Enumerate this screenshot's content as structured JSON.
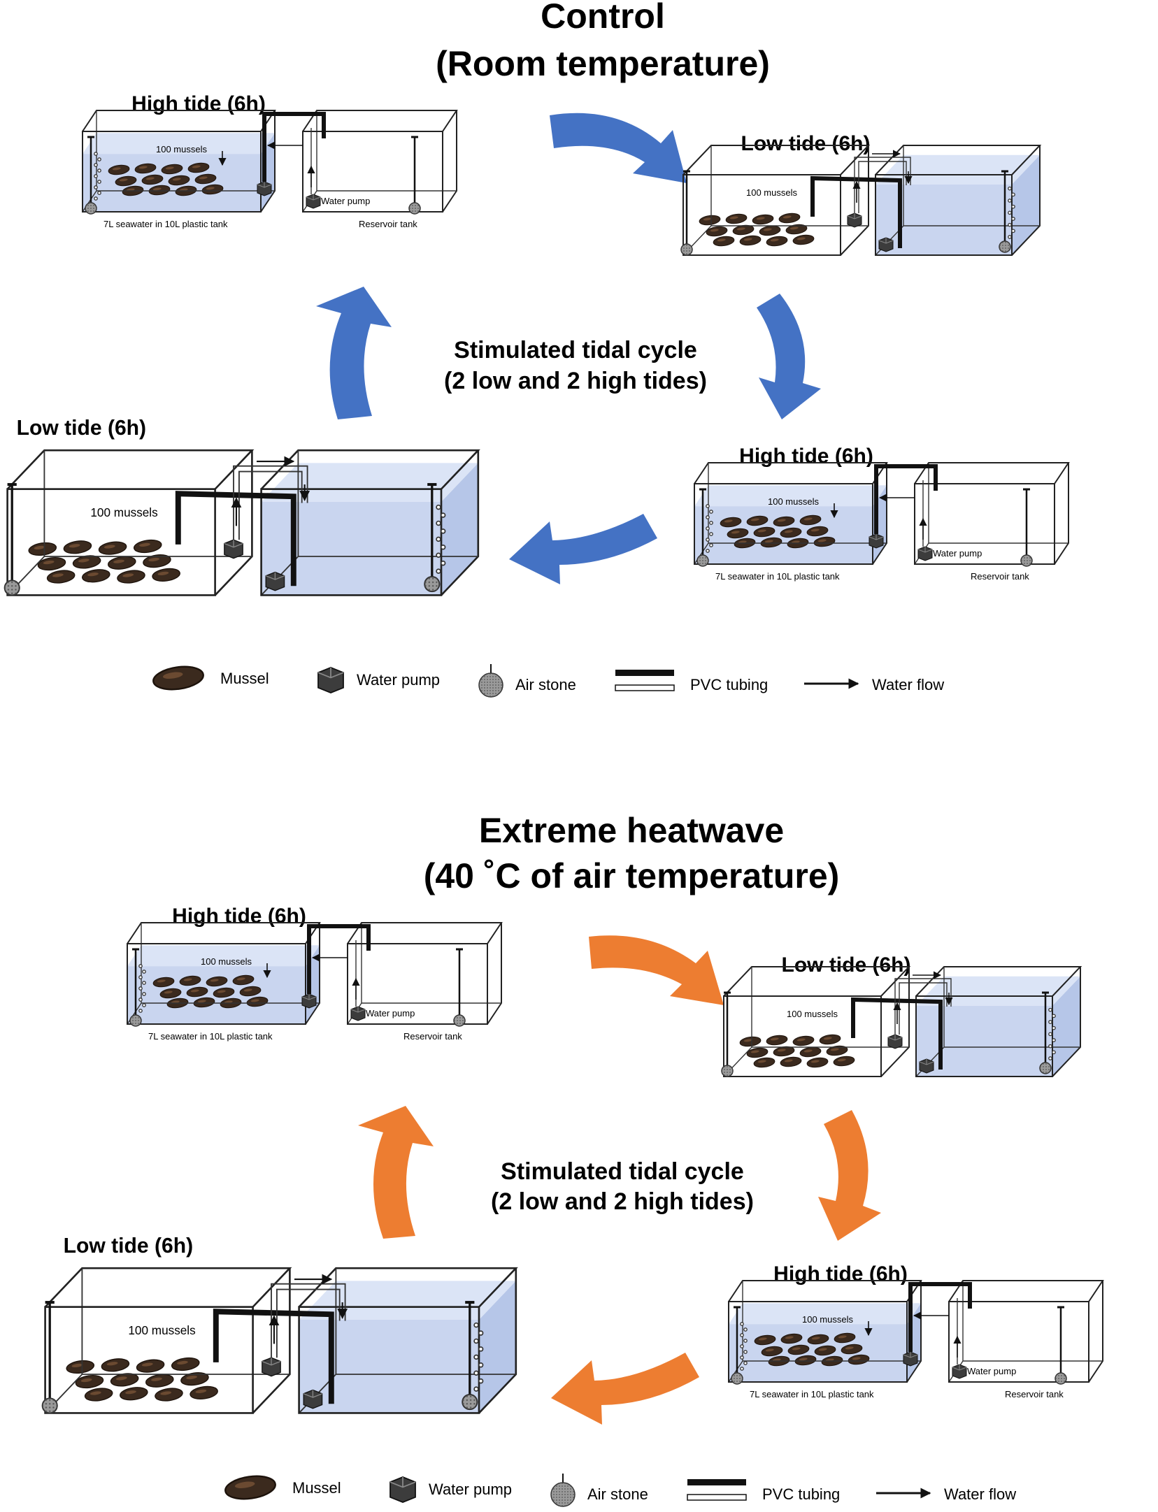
{
  "sections": [
    {
      "title_line1": "Control",
      "title_line2": "(Room temperature)",
      "arrow_color": "#4472c4",
      "cycle_line1": "Stimulated tidal cycle",
      "cycle_line2": "(2 low and 2 high tides)"
    },
    {
      "title_line1": "Extreme heatwave",
      "title_line2": "(40 ˚C of air temperature)",
      "arrow_color": "#ed7d31",
      "cycle_line1": "Stimulated tidal cycle",
      "cycle_line2": "(2 low and 2 high tides)"
    }
  ],
  "panels": {
    "high_tide_label": "High tide (6h)",
    "low_tide_label": "Low tide (6h)",
    "mussel_count": "100 mussels",
    "main_tank_caption": "7L seawater in 10L plastic tank",
    "pump_caption": "Water pump",
    "reservoir_caption": "Reservoir tank"
  },
  "legend": {
    "mussel": "Mussel",
    "water_pump": "Water pump",
    "air_stone": "Air stone",
    "pvc_tubing": "PVC tubing",
    "water_flow": "Water flow"
  }
}
